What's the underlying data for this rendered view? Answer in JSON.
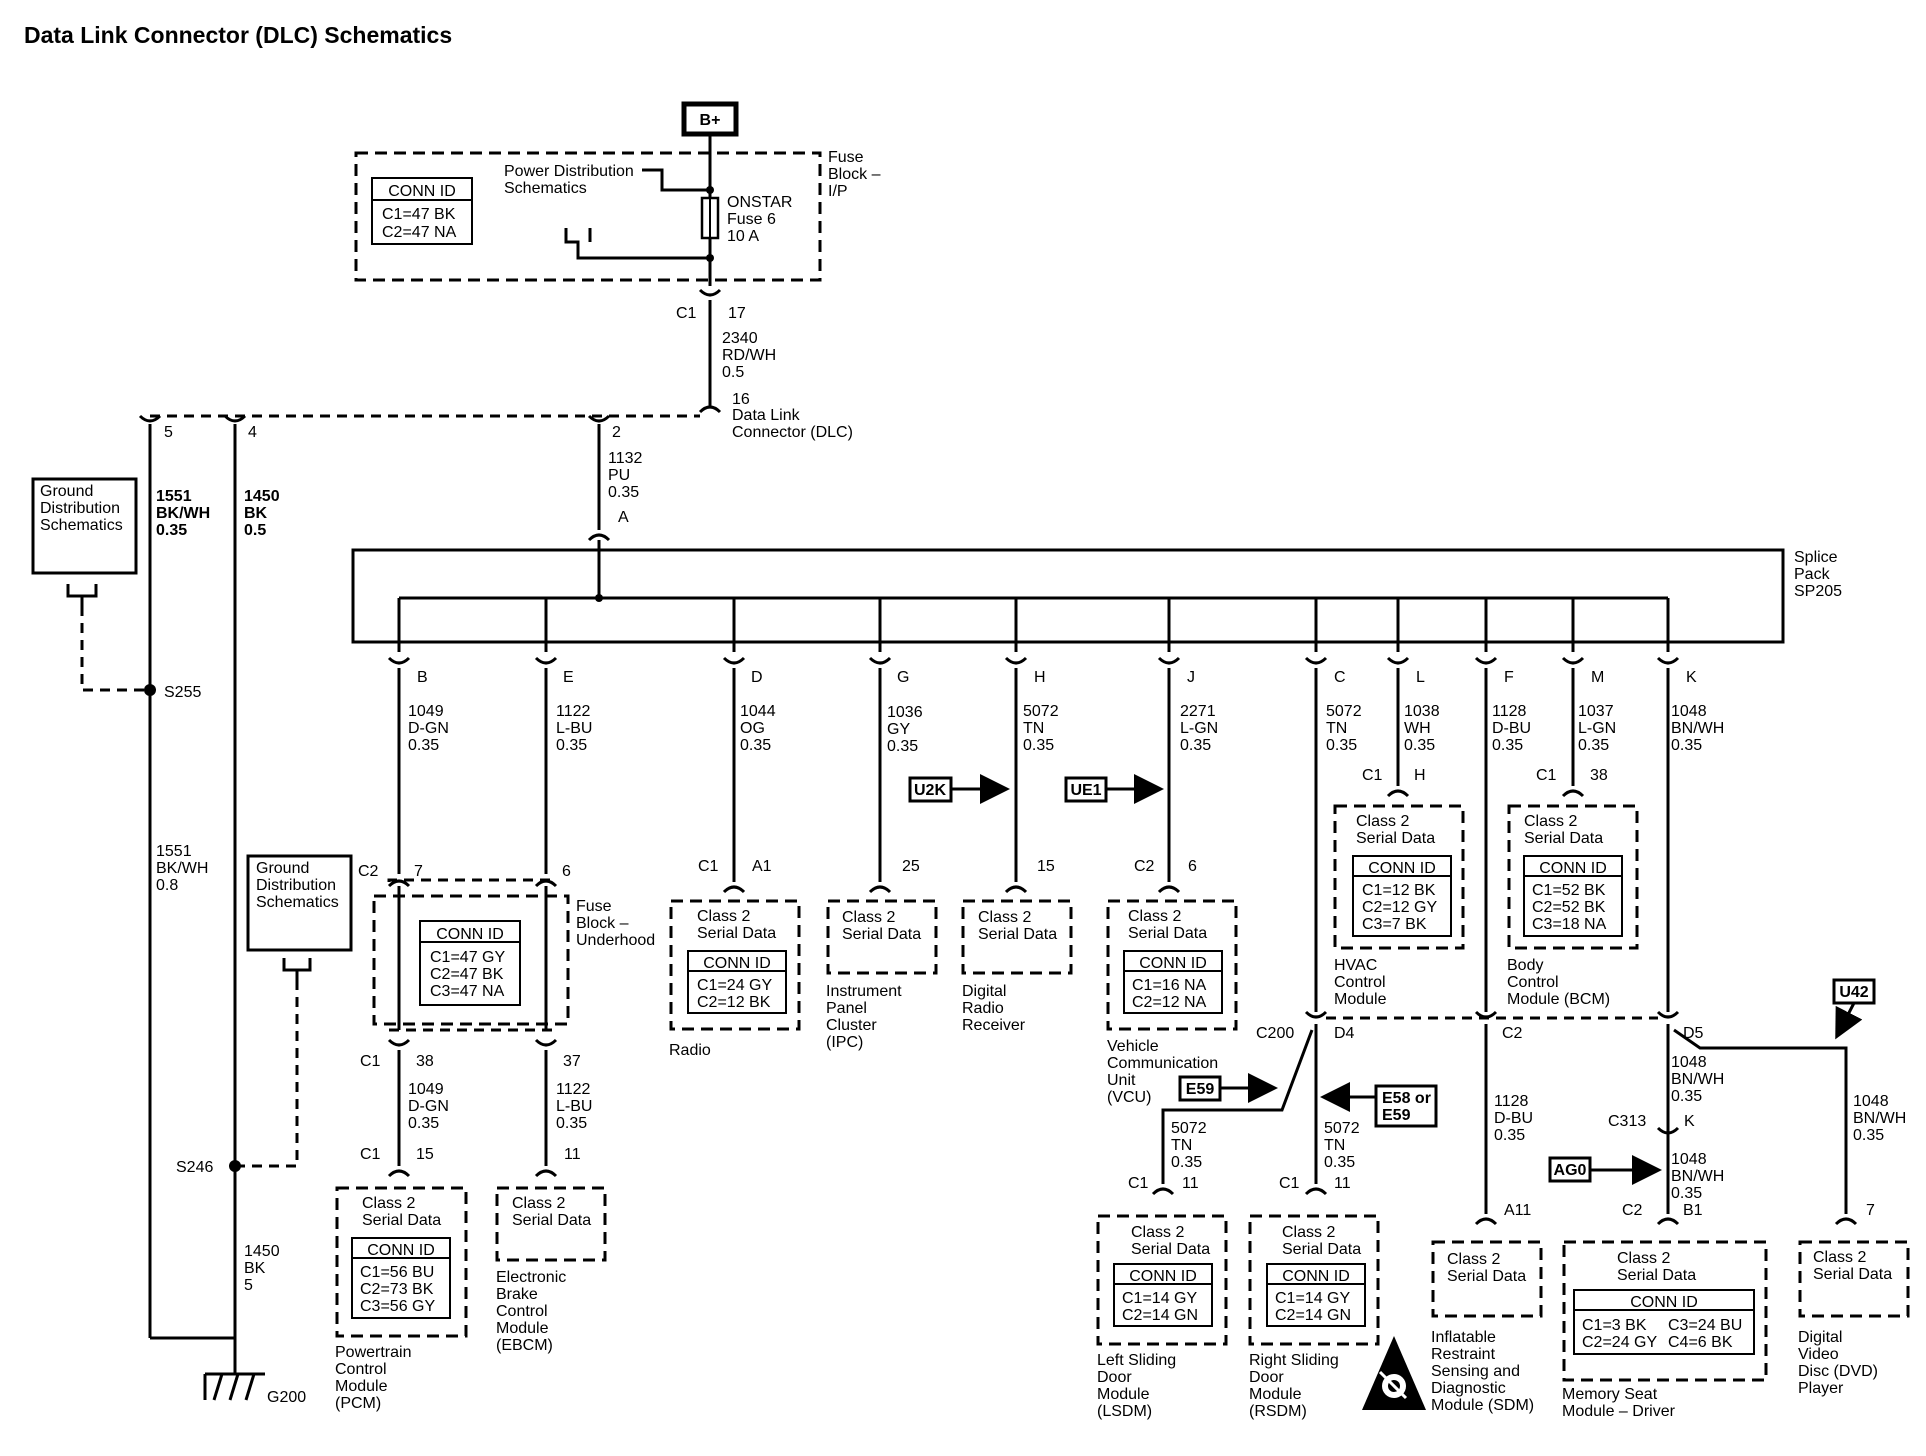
{
  "title": "Data Link Connector (DLC) Schematics",
  "power": {
    "label": "B+"
  },
  "fuse_block_ip": {
    "name_lines": [
      "Fuse",
      "Block –",
      "I/P"
    ],
    "conn_id": "CONN ID",
    "ids": [
      "C1=47 BK",
      "C2=47 NA"
    ],
    "pds_lines": [
      "Power Distribution",
      "Schematics"
    ],
    "fuse_lines": [
      "ONSTAR",
      "Fuse 6",
      "10 A"
    ],
    "out_conn": "C1",
    "out_pin": "17"
  },
  "wire_2340": [
    "2340",
    "RD/WH",
    "0.5"
  ],
  "dlc": {
    "pin": "16",
    "name_lines": [
      "Data Link",
      "Connector (DLC)"
    ],
    "pin5": "5",
    "pin4": "4",
    "pin2": "2"
  },
  "wire_1132": [
    "1132",
    "PU",
    "0.35"
  ],
  "splice": {
    "in_pin": "A",
    "name_lines": [
      "Splice",
      "Pack",
      "SP205"
    ]
  },
  "ground_left": {
    "gds_lines": [
      "Ground",
      "Distribution",
      "Schematics"
    ],
    "wire_1551a": [
      "1551",
      "BK/WH",
      "0.35"
    ],
    "wire_1450a": [
      "1450",
      "BK",
      "0.5"
    ],
    "s255": "S255",
    "wire_1551b": [
      "1551",
      "BK/WH",
      "0.8"
    ],
    "gds2_lines": [
      "Ground",
      "Distribution",
      "Schematics"
    ],
    "s246": "S246",
    "wire_1450b": [
      "1450",
      "BK",
      "5"
    ],
    "g200": "G200"
  },
  "branch_B": {
    "pin": "B",
    "wire": [
      "1049",
      "D-GN",
      "0.35"
    ]
  },
  "branch_E": {
    "pin": "E",
    "wire": [
      "1122",
      "L-BU",
      "0.35"
    ]
  },
  "branch_D": {
    "pin": "D",
    "wire": [
      "1044",
      "OG",
      "0.35"
    ]
  },
  "branch_G": {
    "pin": "G",
    "wire": [
      "1036",
      "GY",
      "0.35"
    ]
  },
  "branch_H": {
    "pin": "H",
    "wire": [
      "5072",
      "TN",
      "0.35"
    ]
  },
  "branch_J": {
    "pin": "J",
    "wire": [
      "2271",
      "L-GN",
      "0.35"
    ]
  },
  "branch_C": {
    "pin": "C",
    "wire": [
      "5072",
      "TN",
      "0.35"
    ]
  },
  "branch_L": {
    "pin": "L",
    "wire": [
      "1038",
      "WH",
      "0.35"
    ]
  },
  "branch_F": {
    "pin": "F",
    "wire": [
      "1128",
      "D-BU",
      "0.35"
    ]
  },
  "branch_M": {
    "pin": "M",
    "wire": [
      "1037",
      "L-GN",
      "0.35"
    ]
  },
  "branch_K": {
    "pin": "K",
    "wire": [
      "1048",
      "BN/WH",
      "0.35"
    ]
  },
  "fuse_block_uh": {
    "in_conn": "C2",
    "in_pin_left": "7",
    "in_pin_right": "6",
    "name_lines": [
      "Fuse",
      "Block –",
      "Underhood"
    ],
    "conn_id": "CONN ID",
    "ids": [
      "C1=47 GY",
      "C2=47 BK",
      "C3=47 NA"
    ],
    "out_conn": "C1",
    "out_pin_left": "38",
    "out_pin_right": "37",
    "wire_left": [
      "1049",
      "D-GN",
      "0.35"
    ],
    "wire_right": [
      "1122",
      "L-BU",
      "0.35"
    ]
  },
  "pcm": {
    "conn": "C1",
    "pin": "15",
    "label": [
      "Class 2",
      "Serial Data"
    ],
    "conn_id": "CONN ID",
    "ids": [
      "C1=56 BU",
      "C2=73 BK",
      "C3=56 GY"
    ],
    "name_lines": [
      "Powertrain",
      "Control",
      "Module",
      "(PCM)"
    ]
  },
  "ebcm": {
    "pin": "11",
    "label": [
      "Class 2",
      "Serial Data"
    ],
    "name_lines": [
      "Electronic",
      "Brake",
      "Control",
      "Module",
      "(EBCM)"
    ]
  },
  "radio": {
    "conn": "C1",
    "pin": "A1",
    "label": [
      "Class 2",
      "Serial Data"
    ],
    "conn_id": "CONN ID",
    "ids": [
      "C1=24 GY",
      "C2=12 BK"
    ],
    "name": "Radio"
  },
  "ipc": {
    "pin": "25",
    "label": [
      "Class 2",
      "Serial Data"
    ],
    "name_lines": [
      "Instrument",
      "Panel",
      "Cluster",
      "(IPC)"
    ]
  },
  "drr": {
    "option": "U2K",
    "pin": "15",
    "label": [
      "Class 2",
      "Serial Data"
    ],
    "name_lines": [
      "Digital",
      "Radio",
      "Receiver"
    ]
  },
  "vcu": {
    "option": "UE1",
    "conn": "C2",
    "pin": "6",
    "label": [
      "Class 2",
      "Serial Data"
    ],
    "conn_id": "CONN ID",
    "ids": [
      "C1=16 NA",
      "C2=12 NA"
    ],
    "name_lines": [
      "Vehicle",
      "Communication",
      "Unit",
      "(VCU)"
    ]
  },
  "hvac": {
    "conn": "C1",
    "pin": "H",
    "label": [
      "Class 2",
      "Serial Data"
    ],
    "conn_id": "CONN ID",
    "ids": [
      "C1=12 BK",
      "C2=12 GY",
      "C3=7 BK"
    ],
    "name_lines": [
      "HVAC",
      "Control",
      "Module"
    ]
  },
  "bcm": {
    "conn": "C1",
    "pin": "38",
    "label": [
      "Class 2",
      "Serial Data"
    ],
    "conn_id": "CONN ID",
    "ids": [
      "C1=52 BK",
      "C2=52 BK",
      "C3=18 NA"
    ],
    "name_lines": [
      "Body",
      "Control",
      "Module (BCM)"
    ]
  },
  "c200": {
    "name": "C200",
    "d4": "D4",
    "c2": "C2",
    "d5": "D5"
  },
  "lsdm": {
    "option": "E59",
    "wire": [
      "5072",
      "TN",
      "0.35"
    ],
    "conn": "C1",
    "pin": "11",
    "label": [
      "Class 2",
      "Serial Data"
    ],
    "conn_id": "CONN ID",
    "ids": [
      "C1=14 GY",
      "C2=14 GN"
    ],
    "name_lines": [
      "Left Sliding",
      "Door",
      "Module",
      "(LSDM)"
    ]
  },
  "rsdm": {
    "option_lines": [
      "E58 or",
      "E59"
    ],
    "wire": [
      "5072",
      "TN",
      "0.35"
    ],
    "conn": "C1",
    "pin": "11",
    "label": [
      "Class 2",
      "Serial Data"
    ],
    "conn_id": "CONN ID",
    "ids": [
      "C1=14 GY",
      "C2=14 GN"
    ],
    "name_lines": [
      "Right Sliding",
      "Door",
      "Module",
      "(RSDM)"
    ]
  },
  "sdm": {
    "wire": [
      "1128",
      "D-BU",
      "0.35"
    ],
    "pin": "A11",
    "label": [
      "Class 2",
      "Serial Data"
    ],
    "name_lines": [
      "Inflatable",
      "Restraint",
      "Sensing and",
      "Diagnostic",
      "Module (SDM)"
    ]
  },
  "msm": {
    "wire1": [
      "1048",
      "BN/WH",
      "0.35"
    ],
    "c313": "C313",
    "k": "K",
    "option": "AG0",
    "wire2": [
      "1048",
      "BN/WH",
      "0.35"
    ],
    "conn": "C2",
    "pin": "B1",
    "label": [
      "Class 2",
      "Serial Data"
    ],
    "conn_id": "CONN ID",
    "ids_row1": [
      "C1=3 BK",
      "C3=24 BU"
    ],
    "ids_row2": [
      "C2=24 GY",
      "C4=6 BK"
    ],
    "name_lines": [
      "Memory Seat",
      "Module – Driver"
    ]
  },
  "dvd": {
    "option": "U42",
    "wire": [
      "1048",
      "BN/WH",
      "0.35"
    ],
    "pin": "7",
    "label": [
      "Class 2",
      "Serial Data"
    ],
    "name_lines": [
      "Digital",
      "Video",
      "Disc (DVD)",
      "Player"
    ]
  },
  "icons": {
    "airbag_warning": "airbag-warning-icon",
    "ground": "ground-symbol-icon"
  }
}
